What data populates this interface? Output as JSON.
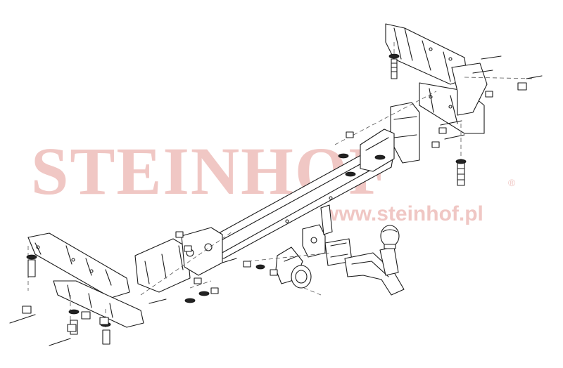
{
  "watermark": {
    "brand": "STEINHOF",
    "registered_mark": "®",
    "website": "www.steinhof.pl",
    "color": "#f0c7c4"
  },
  "drawing": {
    "line_color": "#1a1a1a",
    "parts": [
      "left-mounting-bracket",
      "right-mounting-bracket",
      "crossbar",
      "tow-ball-neck",
      "tow-ball",
      "socket-plate",
      "electrical-socket",
      "mounting-bolts",
      "washers",
      "nuts"
    ]
  }
}
